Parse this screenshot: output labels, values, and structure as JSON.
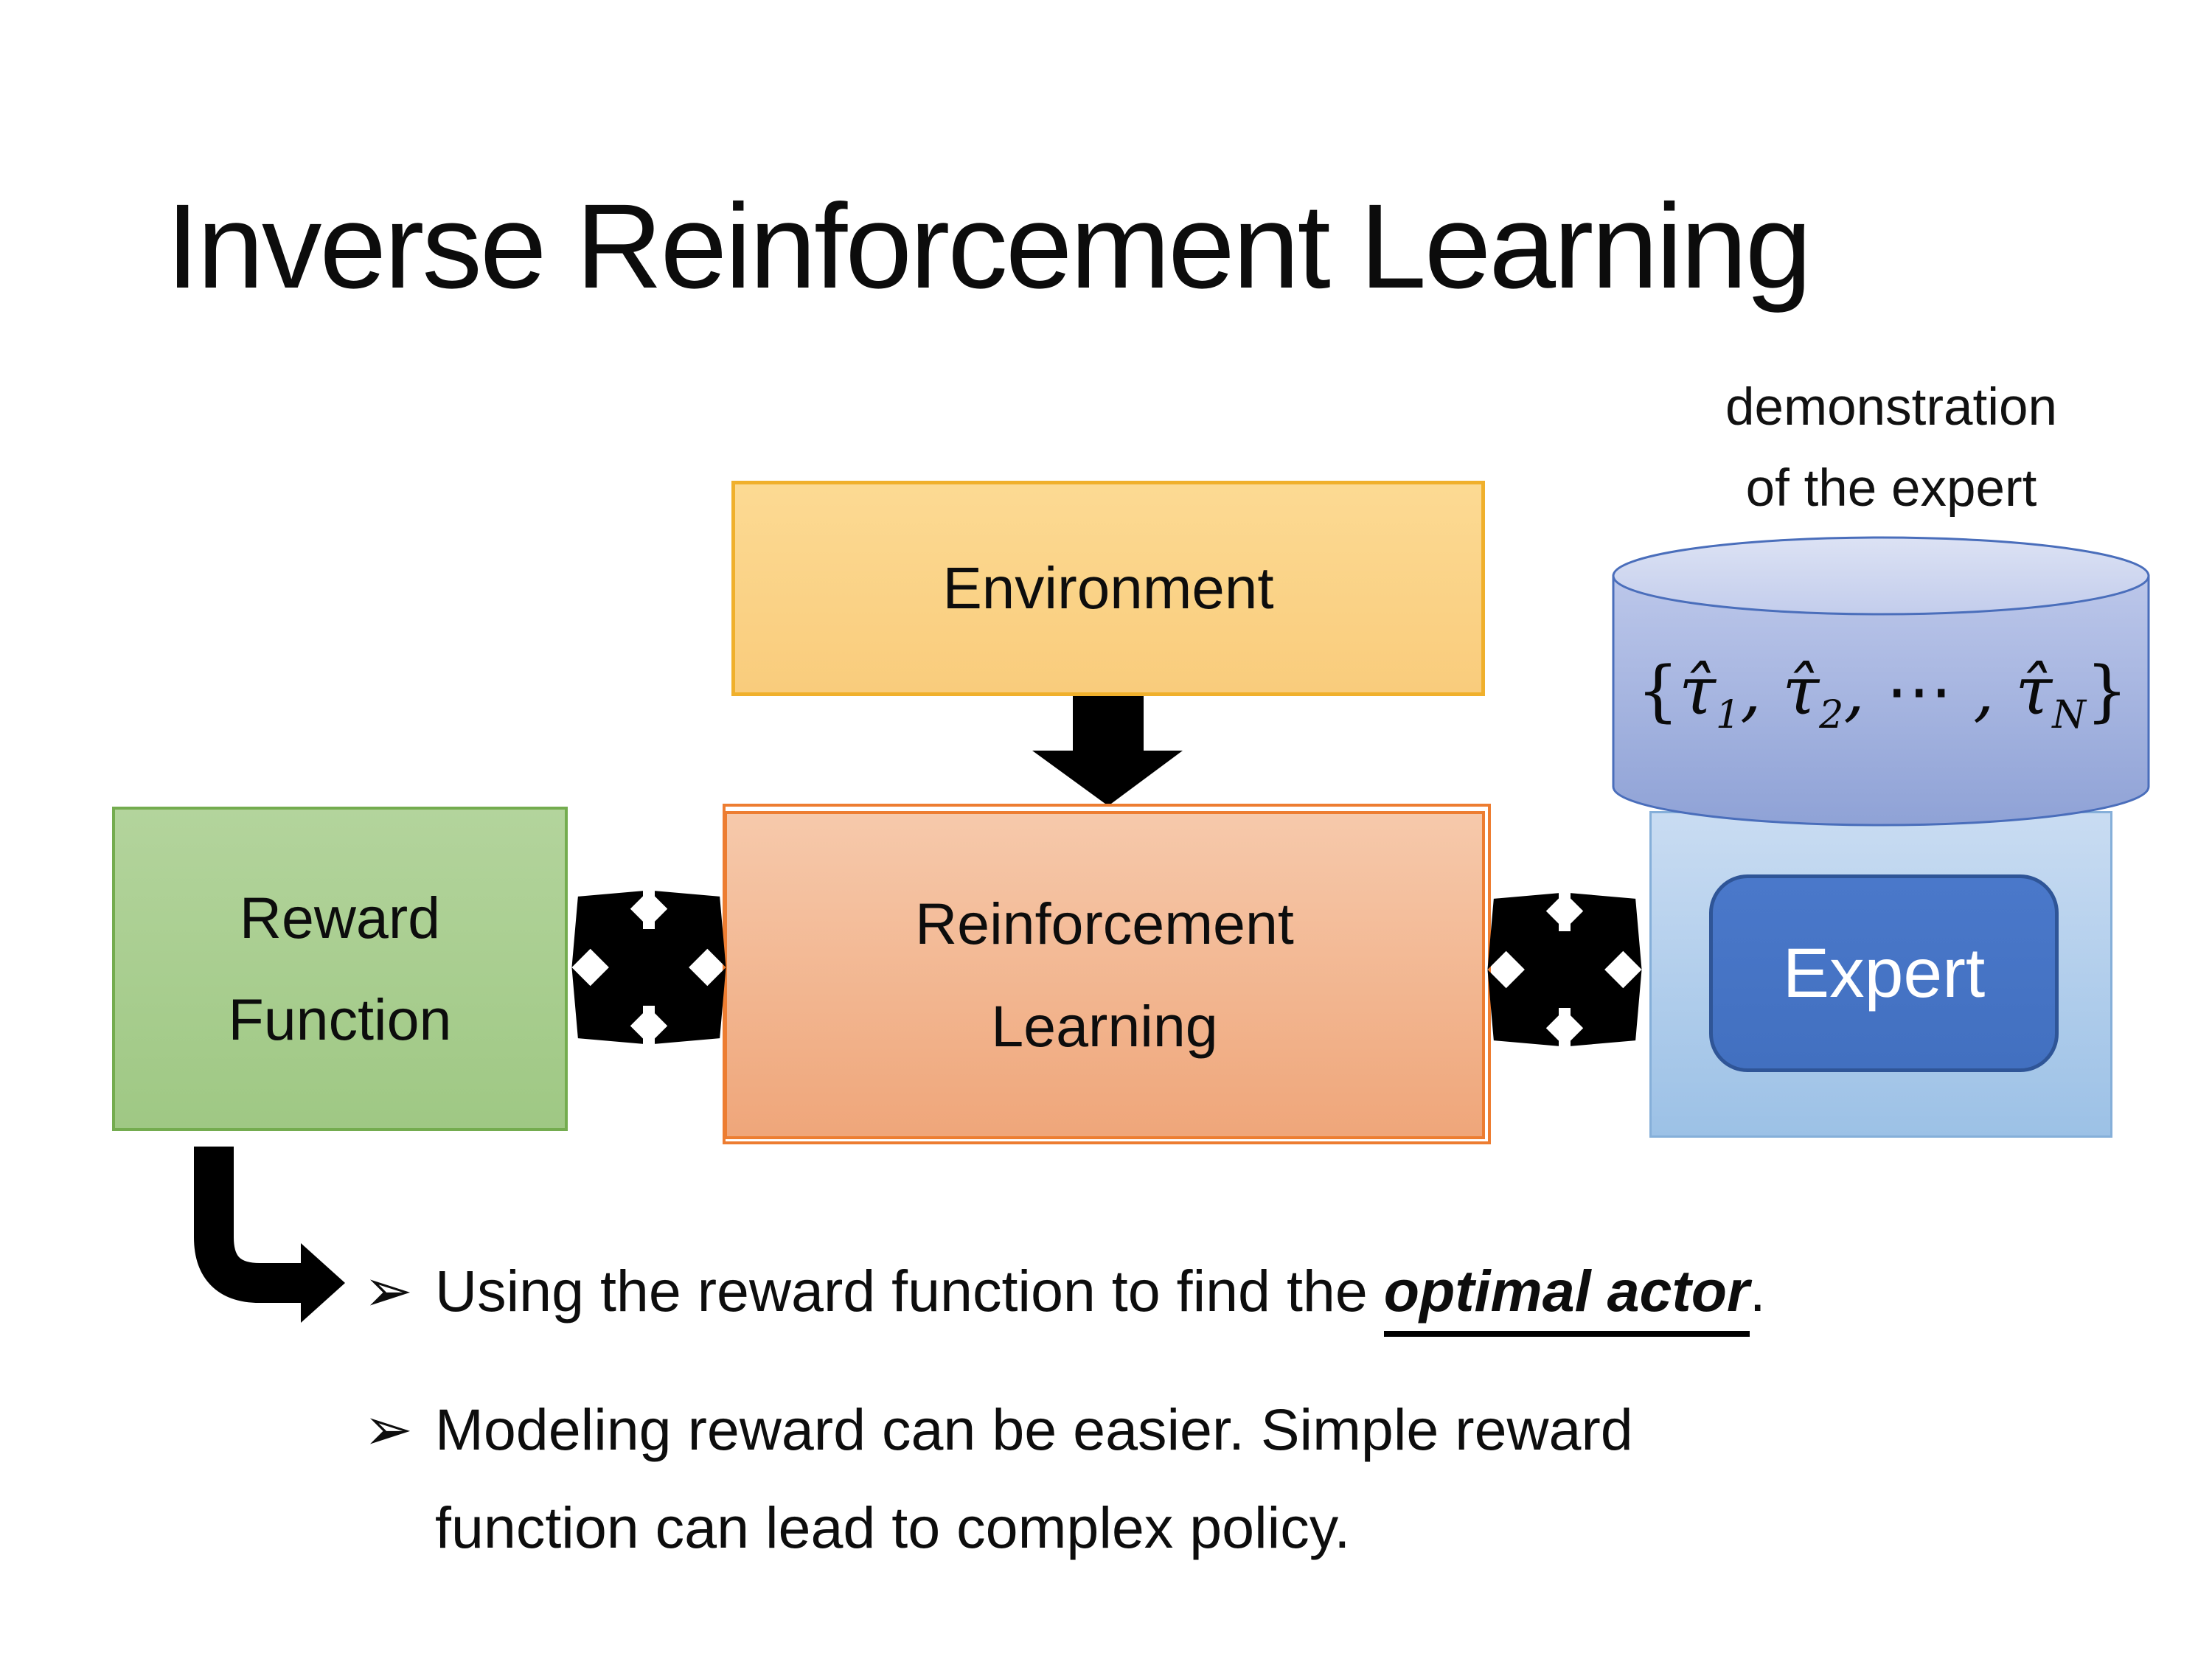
{
  "slide": {
    "title": "Inverse Reinforcement Learning",
    "demo_label": {
      "line1": "demonstration",
      "line2": "of the expert"
    },
    "boxes": {
      "environment": "Environment",
      "reward": {
        "line1": "Reward",
        "line2": "Function"
      },
      "reinforcement": {
        "line1": "Reinforcement",
        "line2": "Learning"
      },
      "expert": "Expert"
    },
    "cylinder": {
      "math": {
        "open": "{",
        "tau1": "τ̂",
        "sub1": "1",
        "sep1": ", ",
        "tau2": "τ̂",
        "sub2": "2",
        "sep2": ", ",
        "dots": "⋯",
        "sep3": " , ",
        "tau3": "τ̂",
        "sub3": "N",
        "close": "}"
      }
    },
    "bullets": {
      "marker": "➢",
      "item1": {
        "before": "Using the reward function to find the ",
        "emphasis": "optimal actor",
        "after": "."
      },
      "item2": {
        "line1": "Modeling reward can be easier. Simple reward",
        "line2": "function can lead to complex policy."
      }
    },
    "colors": {
      "environment_fill": "#FBD78F",
      "environment_border": "#F0B02C",
      "reward_fill": "#A9D18E",
      "reward_border": "#74AC4F",
      "reinforcement_fill": "#F2B38C",
      "reinforcement_border": "#ED7D31",
      "expert_container_fill": "#B6D0EC",
      "expert_container_border": "#85AFD9",
      "expert_fill": "#4472C4",
      "expert_border": "#2F5597",
      "cylinder_fill": "#A3B2DC",
      "cylinder_border": "#4A6EBB",
      "arrow_color": "#000000"
    }
  }
}
